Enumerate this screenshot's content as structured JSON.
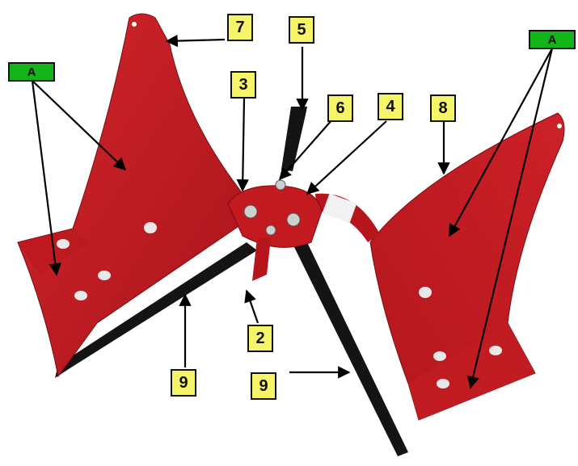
{
  "diagram": {
    "callouts": [
      {
        "id": "c7",
        "label": "7"
      },
      {
        "id": "c5",
        "label": "5"
      },
      {
        "id": "c3",
        "label": "3"
      },
      {
        "id": "c6",
        "label": "6"
      },
      {
        "id": "c4",
        "label": "4"
      },
      {
        "id": "c8",
        "label": "8"
      },
      {
        "id": "c2",
        "label": "2"
      },
      {
        "id": "c9a",
        "label": "9"
      },
      {
        "id": "c9b",
        "label": "9"
      },
      {
        "id": "cAleft",
        "label": "A"
      },
      {
        "id": "cAright",
        "label": "A"
      }
    ]
  },
  "colors": {
    "plow_red": "#c8181f",
    "plow_dark": "#8e0f14",
    "bar_black": "#141414",
    "callout_yellow": "#f6f56a",
    "callout_green": "#13b31a"
  }
}
